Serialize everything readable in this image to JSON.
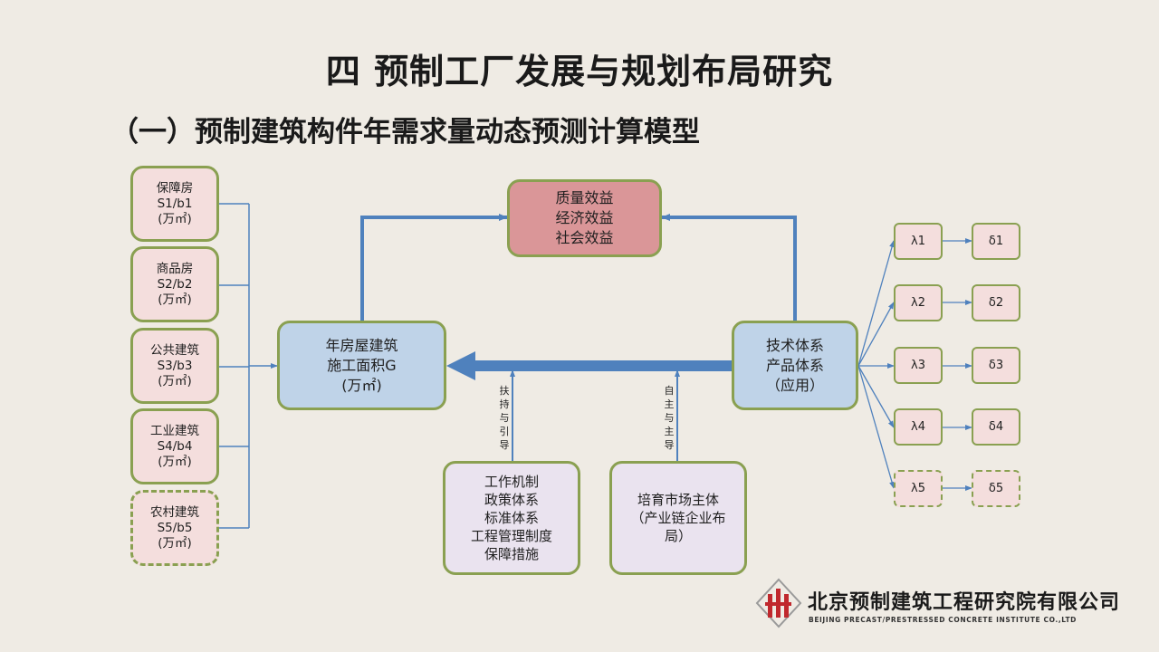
{
  "title": "四  预制工厂发展与规划布局研究",
  "subtitle": "（一）预制建筑构件年需求量动态预测计算模型",
  "left_boxes": [
    {
      "label": "保障房\nS1/b1\n(万㎡)"
    },
    {
      "label": "商品房\nS2/b2\n(万㎡)"
    },
    {
      "label": "公共建筑\nS3/b3\n(万㎡)"
    },
    {
      "label": "工业建筑\nS4/b4\n(万㎡)"
    },
    {
      "label": "农村建筑\nS5/b5\n(万㎡)"
    }
  ],
  "benefit_box": {
    "label": "质量效益\n经济效益\n社会效益"
  },
  "area_box": {
    "label": "年房屋建筑\n施工面积G\n(万㎡)"
  },
  "tech_box": {
    "label": "技术体系\n产品体系\n（应用）"
  },
  "policy_box": {
    "label": "工作机制\n政策体系\n标准体系\n工程管理制度\n保障措施"
  },
  "market_box": {
    "label": "培育市场主体\n（产业链企业布\n局）"
  },
  "support_label": "扶持与引导",
  "autonomy_label": "自主与主导",
  "lambda_items": [
    "λ1",
    "λ2",
    "λ3",
    "λ4",
    "λ5"
  ],
  "delta_items": [
    "δ1",
    "δ2",
    "δ3",
    "δ4",
    "δ5"
  ],
  "logo": {
    "name_cn": "北京预制建筑工程研究院有限公司",
    "name_en": "BEIJING PRECAST/PRESTRESSED CONCRETE INSTITUTE CO.,LTD"
  },
  "colors": {
    "background": "#efebe4",
    "box_border": "#8aa051",
    "left_box_fill": "#f4dedd",
    "benefit_fill": "#da9698",
    "blue_fill": "#bfd3e8",
    "lavender_fill": "#eae3ef",
    "arrow": "#4f81bd",
    "logo_red": "#c0282d"
  }
}
